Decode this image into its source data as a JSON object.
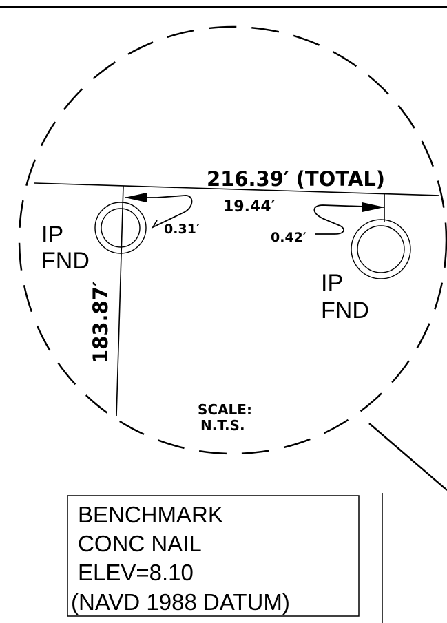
{
  "dimensions": {
    "total": "216.39′ (TOTAL)",
    "middle": "19.44′",
    "left_offset": "0.31′",
    "right_offset": "0.42′",
    "vertical": "183.87′"
  },
  "markers": {
    "left": {
      "line1": "IP",
      "line2": "FND"
    },
    "right": {
      "line1": "IP",
      "line2": "FND"
    }
  },
  "scale": {
    "line1": "SCALE:",
    "line2": "N.T.S."
  },
  "benchmark": {
    "line1": "BENCHMARK",
    "line2": "CONC NAIL",
    "line3": "ELEV=8.10",
    "line4": "(NAVD 1988 DATUM)"
  },
  "colors": {
    "ink": "#000000",
    "paper": "#ffffff"
  }
}
